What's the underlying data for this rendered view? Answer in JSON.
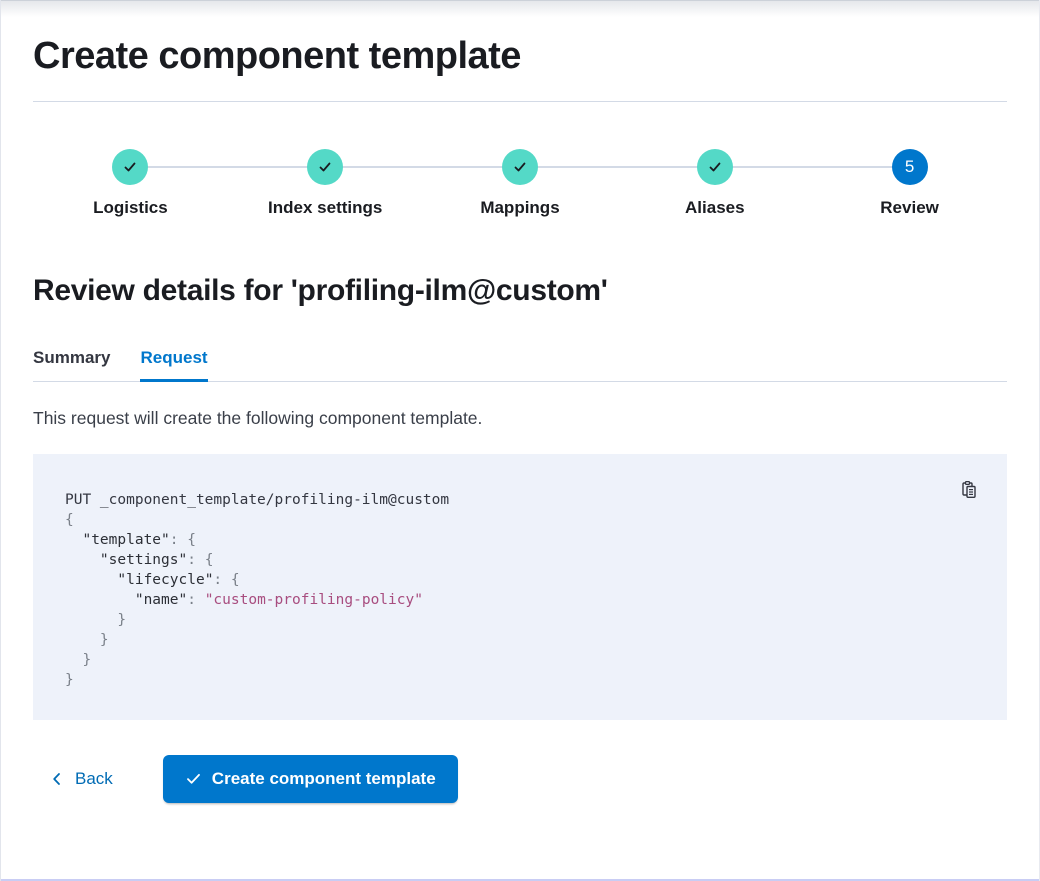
{
  "page": {
    "title": "Create component template"
  },
  "stepper": {
    "steps": [
      {
        "label": "Logistics",
        "status": "complete",
        "icon": "check-icon"
      },
      {
        "label": "Index settings",
        "status": "complete",
        "icon": "check-icon"
      },
      {
        "label": "Mappings",
        "status": "complete",
        "icon": "check-icon"
      },
      {
        "label": "Aliases",
        "status": "complete",
        "icon": "check-icon"
      },
      {
        "label": "Review",
        "status": "current",
        "number": "5"
      }
    ]
  },
  "review": {
    "heading": "Review details for 'profiling-ilm@custom'",
    "tabs": [
      {
        "label": "Summary",
        "selected": false
      },
      {
        "label": "Request",
        "selected": true
      }
    ],
    "description": "This request will create the following component template."
  },
  "code_block": {
    "copy_icon": "copy-clipboard-icon",
    "lines": [
      {
        "segs": [
          {
            "t": "PUT _component_template/profiling-ilm@custom",
            "c": "plain"
          }
        ]
      },
      {
        "segs": [
          {
            "t": "{",
            "c": "punct"
          }
        ]
      },
      {
        "segs": [
          {
            "t": "  ",
            "c": "plain"
          },
          {
            "t": "\"template\"",
            "c": "key"
          },
          {
            "t": ": {",
            "c": "punct"
          }
        ]
      },
      {
        "segs": [
          {
            "t": "    ",
            "c": "plain"
          },
          {
            "t": "\"settings\"",
            "c": "key"
          },
          {
            "t": ": {",
            "c": "punct"
          }
        ]
      },
      {
        "segs": [
          {
            "t": "      ",
            "c": "plain"
          },
          {
            "t": "\"lifecycle\"",
            "c": "key"
          },
          {
            "t": ": {",
            "c": "punct"
          }
        ]
      },
      {
        "segs": [
          {
            "t": "        ",
            "c": "plain"
          },
          {
            "t": "\"name\"",
            "c": "key"
          },
          {
            "t": ": ",
            "c": "punct"
          },
          {
            "t": "\"custom-profiling-policy\"",
            "c": "string"
          }
        ]
      },
      {
        "segs": [
          {
            "t": "      }",
            "c": "punct"
          }
        ]
      },
      {
        "segs": [
          {
            "t": "    }",
            "c": "punct"
          }
        ]
      },
      {
        "segs": [
          {
            "t": "  }",
            "c": "punct"
          }
        ]
      },
      {
        "segs": [
          {
            "t": "}",
            "c": "punct"
          }
        ]
      }
    ]
  },
  "footer": {
    "back_label": "Back",
    "back_icon": "chevron-left-icon",
    "create_button_label": "Create component template",
    "create_button_icon": "check-icon"
  },
  "colors": {
    "primary": "#0077cc",
    "link": "#006bb4",
    "step_complete": "#54d9c7",
    "heading": "#1a1c21",
    "divider": "#d3dae6",
    "code_bg": "#eef2fa",
    "code_string": "#a84d7f",
    "bottom_line": "#c9cdf4"
  }
}
